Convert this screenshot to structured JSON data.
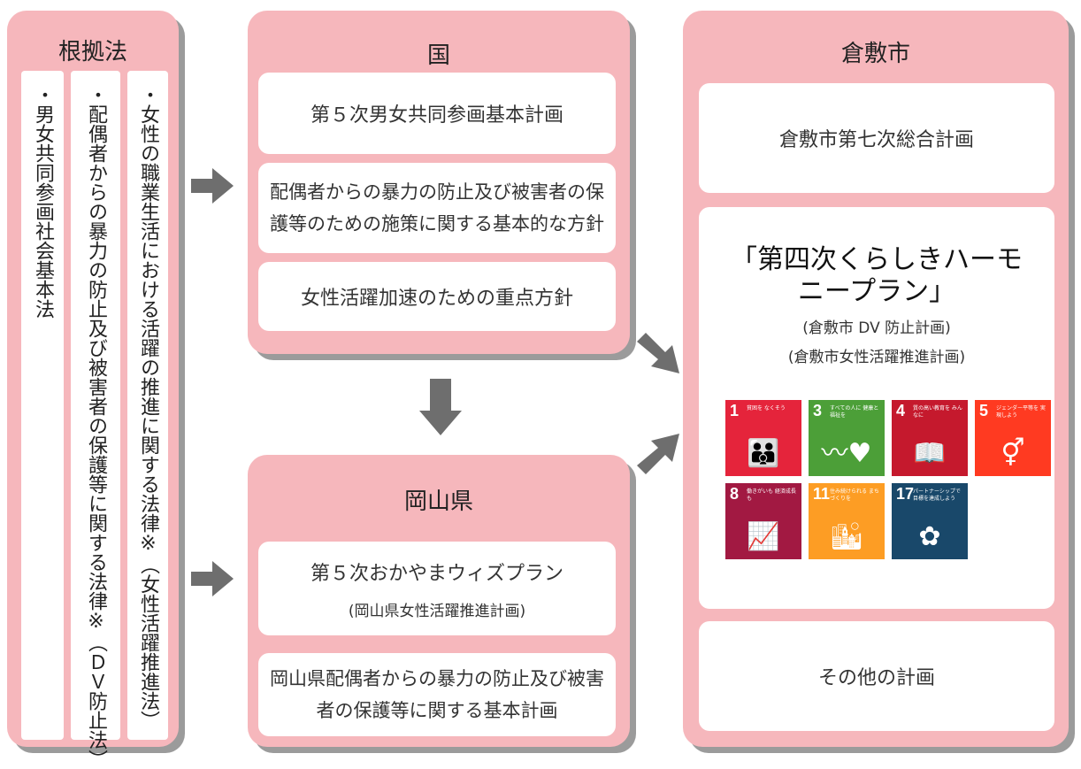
{
  "legal_basis": {
    "title": "根拠法",
    "laws": [
      "・男女共同参画社会基本法",
      "・配偶者からの暴力の防止及び被害者の保護等に関する法律※（ＤＶ防止法）",
      "・女性の職業生活における活躍の推進に関する法律※（女性活躍推進法）"
    ]
  },
  "national": {
    "title": "国",
    "items": [
      "第５次男女共同参画基本計画",
      "配偶者からの暴力の防止及び被害者の保護等のための施策に関する基本的な方針",
      "女性活躍加速のための重点方針"
    ]
  },
  "prefecture": {
    "title": "岡山県",
    "items": [
      {
        "main": "第５次おかやまウィズプラン",
        "sub": "(岡山県女性活躍推進計画)"
      },
      {
        "main": "岡山県配偶者からの暴力の防止及び被害者の保護等に関する基本計画",
        "sub": ""
      }
    ]
  },
  "city": {
    "title": "倉敷市",
    "general_plan": "倉敷市第七次総合計画",
    "plan_title": "「第四次くらしきハーモニープラン」",
    "plan_sub": [
      "(倉敷市 DV 防止計画)",
      "(倉敷市女性活躍推進計画)"
    ],
    "other": "その他の計画"
  },
  "sdgs": [
    {
      "num": "1",
      "label": "貧困を なくそう",
      "color": "#e5243b",
      "icon": "people-icon",
      "glyph": "👪"
    },
    {
      "num": "3",
      "label": "すべての人に 健康と福祉を",
      "color": "#4c9f38",
      "icon": "heartbeat-icon",
      "glyph": "〰♥"
    },
    {
      "num": "4",
      "label": "質の高い教育を みんなに",
      "color": "#c5192d",
      "icon": "book-icon",
      "glyph": "📖"
    },
    {
      "num": "5",
      "label": "ジェンダー平等を 実現しよう",
      "color": "#ff3a21",
      "icon": "gender-equality-icon",
      "glyph": "⚥"
    },
    {
      "num": "8",
      "label": "働きがいも 経済成長も",
      "color": "#a21942",
      "icon": "growth-chart-icon",
      "glyph": "📈"
    },
    {
      "num": "11",
      "label": "住み続けられる まちづくりを",
      "color": "#fd9d24",
      "icon": "city-icon",
      "glyph": "🏙"
    },
    {
      "num": "17",
      "label": "パートナーシップで 目標を達成しよう",
      "color": "#19486a",
      "icon": "partnership-rings-icon",
      "glyph": "✿"
    }
  ],
  "colors": {
    "panel": "#f6b7bc",
    "arrow": "#6e6e6e"
  }
}
